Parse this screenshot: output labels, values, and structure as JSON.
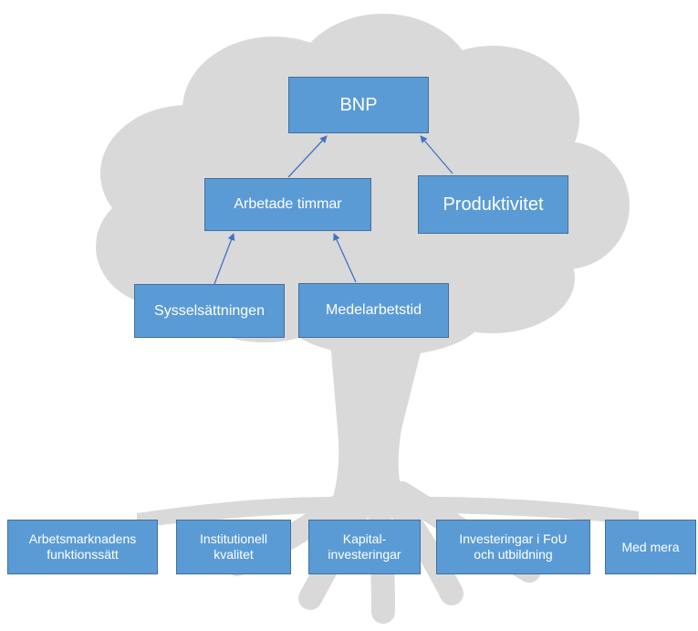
{
  "colors": {
    "box_fill": "#5b9bd5",
    "box_border": "#41719c",
    "box_text": "#ffffff",
    "tree_silhouette": "#d9d9d9",
    "arrow": "#4472c4"
  },
  "diagram": {
    "background_icon": "tree-silhouette",
    "nodes": {
      "bnp": "BNP",
      "arbetade_timmar": "Arbetade timmar",
      "produktivitet": "Produktivitet",
      "sysselsattningen": "Sysselsättningen",
      "medelarbetstid": "Medelarbetstid"
    },
    "roots": [
      "Arbetsmarknadens\nfunktionssätt",
      "Institutionell\nkvalitet",
      "Kapital-\ninvesteringar",
      "Investeringar i FoU\noch utbildning",
      "Med mera"
    ],
    "edges": [
      [
        "arbetade_timmar",
        "bnp"
      ],
      [
        "produktivitet",
        "bnp"
      ],
      [
        "sysselsattningen",
        "arbetade_timmar"
      ],
      [
        "medelarbetstid",
        "arbetade_timmar"
      ]
    ]
  }
}
